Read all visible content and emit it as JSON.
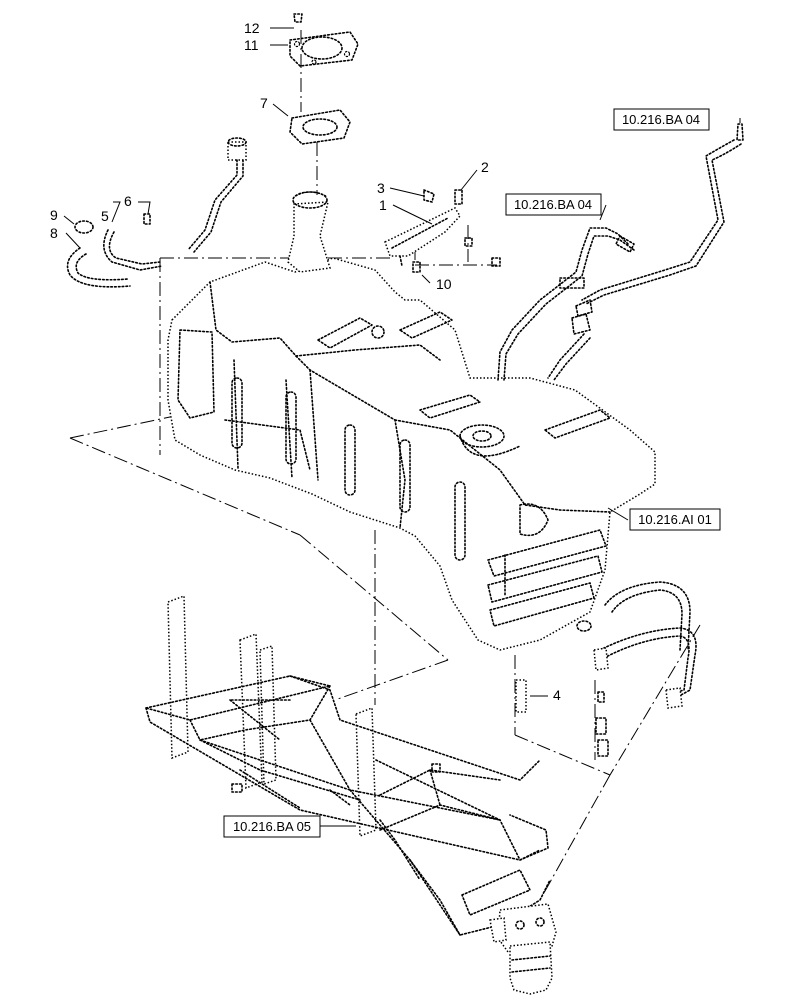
{
  "diagram": {
    "callouts": {
      "c1": "1",
      "c2": "2",
      "c3": "3",
      "c4": "4",
      "c5": "5",
      "c6": "6",
      "c7": "7",
      "c8": "8",
      "c9": "9",
      "c10": "10",
      "c11": "11",
      "c12": "12"
    },
    "references": {
      "ref_top": "10.216.BA 04",
      "ref_mid": "10.216.BA 04",
      "ref_tank": "10.216.AI 01",
      "ref_frame": "10.216.BA 05"
    }
  }
}
